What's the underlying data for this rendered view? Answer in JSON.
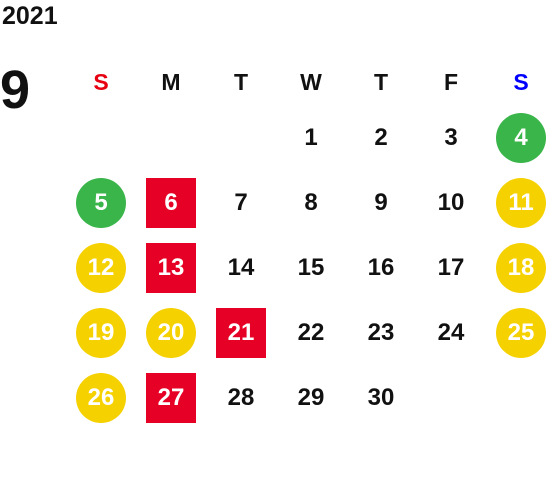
{
  "year": "2021",
  "month": "9",
  "colors": {
    "sunday_header": "#e60012",
    "saturday_header": "#0000ff",
    "green_marker": "#3ab54a",
    "yellow_marker": "#f6d100",
    "red_marker": "#e60026"
  },
  "weekdays": [
    "S",
    "M",
    "T",
    "W",
    "T",
    "F",
    "S"
  ],
  "weeks": [
    [
      {
        "label": "",
        "style": "empty"
      },
      {
        "label": "",
        "style": "empty"
      },
      {
        "label": "",
        "style": "empty"
      },
      {
        "label": "1",
        "style": "plain"
      },
      {
        "label": "2",
        "style": "plain"
      },
      {
        "label": "3",
        "style": "plain"
      },
      {
        "label": "4",
        "style": "green"
      }
    ],
    [
      {
        "label": "5",
        "style": "green"
      },
      {
        "label": "6",
        "style": "red"
      },
      {
        "label": "7",
        "style": "plain"
      },
      {
        "label": "8",
        "style": "plain"
      },
      {
        "label": "9",
        "style": "plain"
      },
      {
        "label": "10",
        "style": "plain"
      },
      {
        "label": "11",
        "style": "yellow"
      }
    ],
    [
      {
        "label": "12",
        "style": "yellow"
      },
      {
        "label": "13",
        "style": "red"
      },
      {
        "label": "14",
        "style": "plain"
      },
      {
        "label": "15",
        "style": "plain"
      },
      {
        "label": "16",
        "style": "plain"
      },
      {
        "label": "17",
        "style": "plain"
      },
      {
        "label": "18",
        "style": "yellow"
      }
    ],
    [
      {
        "label": "19",
        "style": "yellow"
      },
      {
        "label": "20",
        "style": "yellow"
      },
      {
        "label": "21",
        "style": "red"
      },
      {
        "label": "22",
        "style": "plain"
      },
      {
        "label": "23",
        "style": "plain"
      },
      {
        "label": "24",
        "style": "plain"
      },
      {
        "label": "25",
        "style": "yellow"
      }
    ],
    [
      {
        "label": "26",
        "style": "yellow"
      },
      {
        "label": "27",
        "style": "red"
      },
      {
        "label": "28",
        "style": "plain"
      },
      {
        "label": "29",
        "style": "plain"
      },
      {
        "label": "30",
        "style": "plain"
      },
      {
        "label": "",
        "style": "empty"
      },
      {
        "label": "",
        "style": "empty"
      }
    ]
  ]
}
